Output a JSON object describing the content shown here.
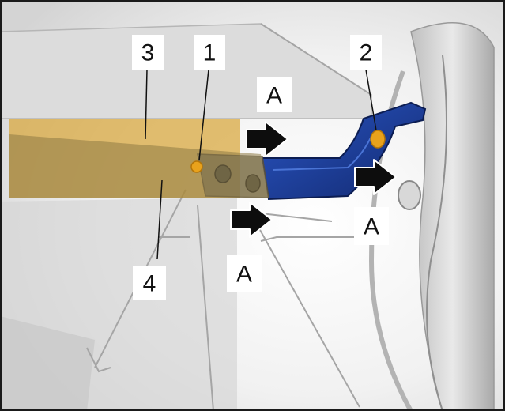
{
  "colors": {
    "background": "#ededed",
    "highlight_part": "#d8a63a",
    "blue_part": "#1f3f9a",
    "arrow": "#0d0d0d",
    "frame": "#1a1a1a"
  },
  "callouts": {
    "c1": "1",
    "c2": "2",
    "c3": "3",
    "c4": "4",
    "a1": "A",
    "a2": "A",
    "a3": "A"
  }
}
